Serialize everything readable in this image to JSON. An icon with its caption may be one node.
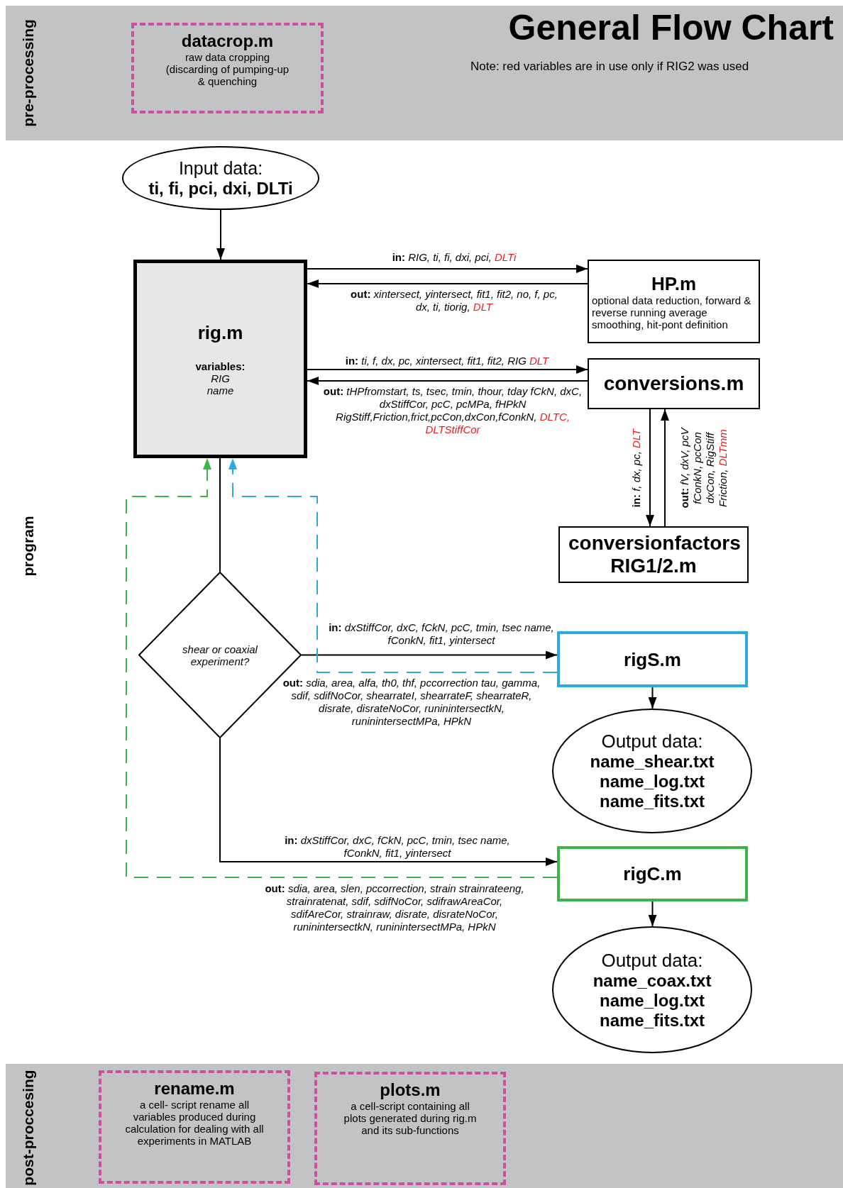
{
  "diagram": {
    "title": "General Flow Chart",
    "nodes": [
      {
        "text": [
          "datacrop.m",
          "raw data cropping (discarding of pumping-up & quenching"
        ]
      },
      {
        "text": [
          "Input data:",
          "ti, fi, pci, dxi, DLTi"
        ]
      },
      {
        "text": [
          "rig.m",
          "variables:",
          "RIG name"
        ]
      },
      {
        "text": [
          "HP.m",
          "optional data reduction, forward & reverse running average smoothing, hit-pont definition"
        ]
      },
      {
        "text": [
          "conversions.m"
        ]
      },
      {
        "text": [
          "conversionfactors RIG1/2.m"
        ]
      },
      {
        "text": [
          "shear or coaxial experiment?"
        ]
      },
      {
        "text": [
          "rigS.m"
        ]
      },
      {
        "text": [
          "Output data:",
          "name_shear.txt",
          "name_log.txt",
          "name_fits.txt"
        ]
      },
      {
        "text": [
          "rigC.m"
        ]
      },
      {
        "text": [
          "Output data:",
          "name_coax.txt",
          "name_log.txt",
          "name_fits.txt"
        ]
      },
      {
        "text": [
          "rename.m",
          "a cell- script rename all variables produced during calculation for dealing with all experiments in MATLAB"
        ]
      },
      {
        "text": [
          "plots.m",
          "a cell-script containing all plots generated during rig.m and its sub-functions"
        ]
      }
    ],
    "edges": [
      {
        "from": 1,
        "to": 2,
        "arrow": "to"
      },
      {
        "from": 2,
        "to": 3,
        "arrow": "to",
        "label": "**in:** *RIG, ti, fi, dxi, pci,* *DLTi*"
      },
      {
        "from": 3,
        "to": 2,
        "arrow": "to",
        "label": "**out:** *xintersect, yintersect, fit1, fit2, no, f, pc, dx, ti, tiorig,* *DLT*"
      },
      {
        "from": 2,
        "to": 4,
        "arrow": "to",
        "label": "**in:** *ti, f, dx, pc, xintersect, fit1, fit2, RIG* *DLT*"
      },
      {
        "from": 4,
        "to": 2,
        "arrow": "to",
        "label": "**out:** *tHPfromstart, ts, tsec, tmin, thour, tday fCkN, dxC, dxStiffCor, pcC, pcMPa, fHPkN RigStiff,Friction,frict,pcCon,dxCon,fConkN,* *DLTC, DLTStiffCor*"
      },
      {
        "from": 4,
        "to": 5,
        "arrow": "to",
        "label": "**in:** *f, dx, pc,* *DLT*"
      },
      {
        "from": 5,
        "to": 4,
        "arrow": "to",
        "label": "**out:** *fV, dxV, pcV fConkN, pcCon dxCon, RigStiff Friction,* *DLTmm*"
      },
      {
        "from": 6,
        "to": 2,
        "arrow": "none"
      },
      {
        "from": 6,
        "to": 7,
        "arrow": "to",
        "label": "**in:** *dxStiffCor, dxC, fCkN, pcC, tmin, tsec name, fConkN, fit1, yintersect*"
      },
      {
        "from": 7,
        "to": 2,
        "arrow": "to",
        "style": "dashed",
        "color": "#29abe2",
        "label": "**out:** *sdia, area, alfa, th0, thf, pccorrection tau, gamma, sdif, sdifNoCor, shearrateI, shearrateF, shearrateR, disrate, disrateNoCor, runinintersectkN, runinintersectMPa, HPkN*"
      },
      {
        "from": 6,
        "to": 9,
        "arrow": "to",
        "label": "**in:** *dxStiffCor, dxC, fCkN, pcC, tmin, tsec name, fConkN, fit1, yintersect*"
      },
      {
        "from": 9,
        "to": 2,
        "arrow": "to",
        "style": "dashed",
        "color": "#3cb54a",
        "label": "**out:** *sdia, area, slen, pccorrection, strain strainrateeng, strainratenat, sdif, sdifNoCor, sdifrawAreaCor, sdifAreCor, strainraw, disrate, disrateNoCor, runinintersectkN, runinintersectMPa, HPkN*"
      },
      {
        "from": 7,
        "to": 8,
        "arrow": "to"
      },
      {
        "from": 9,
        "to": 10,
        "arrow": "to"
      }
    ],
    "labels": [
      "pre-processing",
      "Note: red variables are in use only if RIG2 was used",
      "program",
      "post-proccesing"
    ]
  }
}
